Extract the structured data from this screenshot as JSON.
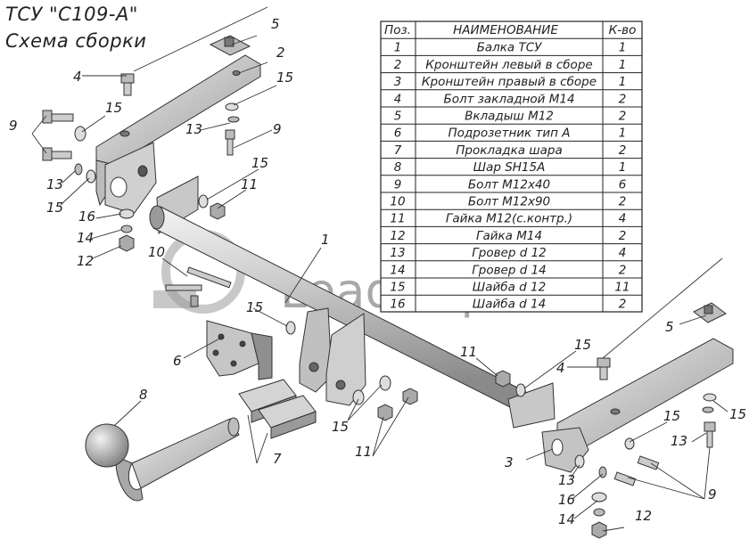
{
  "title_line1": "ТСУ \"С109-А\"",
  "title_line2": "Схема сборки",
  "watermark": "Leader plus",
  "table": {
    "headers": [
      "Поз.",
      "НАИМЕНОВАНИЕ",
      "К-во"
    ],
    "rows": [
      [
        "1",
        "Балка ТСУ",
        "1"
      ],
      [
        "2",
        "Кронштейн левый в сборе",
        "1"
      ],
      [
        "3",
        "Кронштейн правый в сборе",
        "1"
      ],
      [
        "4",
        "Болт закладной М14",
        "2"
      ],
      [
        "5",
        "Вкладыш М12",
        "2"
      ],
      [
        "6",
        "Подрозетник тип А",
        "1"
      ],
      [
        "7",
        "Прокладка шара",
        "2"
      ],
      [
        "8",
        "Шар SH15A",
        "1"
      ],
      [
        "9",
        "Болт М12х40",
        "6"
      ],
      [
        "10",
        "Болт М12х90",
        "2"
      ],
      [
        "11",
        "Гайка М12(с.контр.)",
        "4"
      ],
      [
        "12",
        "Гайка М14",
        "2"
      ],
      [
        "13",
        "Гровер d 12",
        "4"
      ],
      [
        "14",
        "Гровер d 14",
        "2"
      ],
      [
        "15",
        "Шайба d 12",
        "11"
      ],
      [
        "16",
        "Шайба d 14",
        "2"
      ]
    ]
  },
  "callouts": [
    {
      "id": "c-4a",
      "text": "4"
    },
    {
      "id": "c-5a",
      "text": "5"
    },
    {
      "id": "c-2",
      "text": "2"
    },
    {
      "id": "c-15a",
      "text": "15"
    },
    {
      "id": "c-9a",
      "text": "9"
    },
    {
      "id": "c-15b",
      "text": "15"
    },
    {
      "id": "c-13a",
      "text": "13"
    },
    {
      "id": "c-9b",
      "text": "9"
    },
    {
      "id": "c-13b",
      "text": "13"
    },
    {
      "id": "c-15c",
      "text": "15"
    },
    {
      "id": "c-15d",
      "text": "15"
    },
    {
      "id": "c-11a",
      "text": "11"
    },
    {
      "id": "c-16a",
      "text": "16"
    },
    {
      "id": "c-14a",
      "text": "14"
    },
    {
      "id": "c-12a",
      "text": "12"
    },
    {
      "id": "c-10",
      "text": "10"
    },
    {
      "id": "c-1",
      "text": "1"
    },
    {
      "id": "c-15e",
      "text": "15"
    },
    {
      "id": "c-6",
      "text": "6"
    },
    {
      "id": "c-8",
      "text": "8"
    },
    {
      "id": "c-7",
      "text": "7"
    },
    {
      "id": "c-15f",
      "text": "15"
    },
    {
      "id": "c-11b",
      "text": "11"
    },
    {
      "id": "c-11c",
      "text": "11"
    },
    {
      "id": "c-15g",
      "text": "15"
    },
    {
      "id": "c-4b",
      "text": "4"
    },
    {
      "id": "c-5b",
      "text": "5"
    },
    {
      "id": "c-3",
      "text": "3"
    },
    {
      "id": "c-15h",
      "text": "15"
    },
    {
      "id": "c-13c",
      "text": "13"
    },
    {
      "id": "c-15i",
      "text": "15"
    },
    {
      "id": "c-13d",
      "text": "13"
    },
    {
      "id": "c-16b",
      "text": "16"
    },
    {
      "id": "c-9c",
      "text": "9"
    },
    {
      "id": "c-14b",
      "text": "14"
    },
    {
      "id": "c-12b",
      "text": "12"
    }
  ]
}
